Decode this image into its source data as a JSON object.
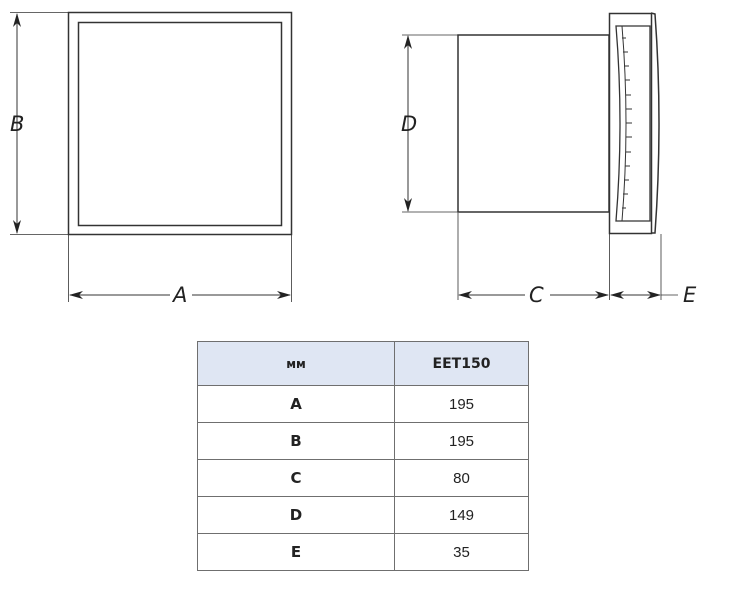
{
  "diagram": {
    "labels": {
      "A": "A",
      "B": "B",
      "C": "C",
      "D": "D",
      "E": "E"
    }
  },
  "table": {
    "headers": [
      "мм",
      "EET150"
    ],
    "rows": [
      {
        "key": "A",
        "value": "195"
      },
      {
        "key": "B",
        "value": "195"
      },
      {
        "key": "C",
        "value": "80"
      },
      {
        "key": "D",
        "value": "149"
      },
      {
        "key": "E",
        "value": "35"
      }
    ]
  }
}
